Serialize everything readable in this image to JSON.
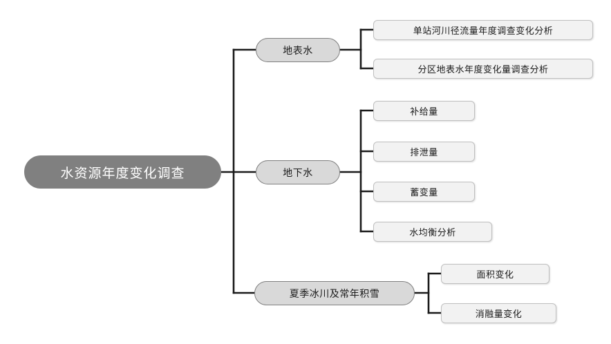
{
  "diagram": {
    "type": "mind-map",
    "title": "水资源年度变化调查",
    "root": {
      "label": "水资源年度变化调查",
      "fill_color": "#808080",
      "text_color": "#ffffff"
    },
    "branches": [
      {
        "label": "地表水",
        "fill_color": "#d9d9d9",
        "children": [
          {
            "label": "单站河川径流量年度调查变化分析"
          },
          {
            "label": "分区地表水年度变化量调查分析"
          }
        ]
      },
      {
        "label": "地下水",
        "fill_color": "#d9d9d9",
        "children": [
          {
            "label": "补给量"
          },
          {
            "label": "排泄量"
          },
          {
            "label": "蓄变量"
          },
          {
            "label": "水均衡分析"
          }
        ]
      },
      {
        "label": "夏季冰川及常年积雪",
        "fill_color": "#d9d9d9",
        "children": [
          {
            "label": "面积变化"
          },
          {
            "label": "消融量变化"
          }
        ]
      }
    ],
    "colors": {
      "connector": "#1a1a1a",
      "leaf_fill": "#f2f2f2",
      "leaf_border": "#bfbfbf",
      "branch_border": "#7f7f7f",
      "background": "#ffffff"
    }
  }
}
